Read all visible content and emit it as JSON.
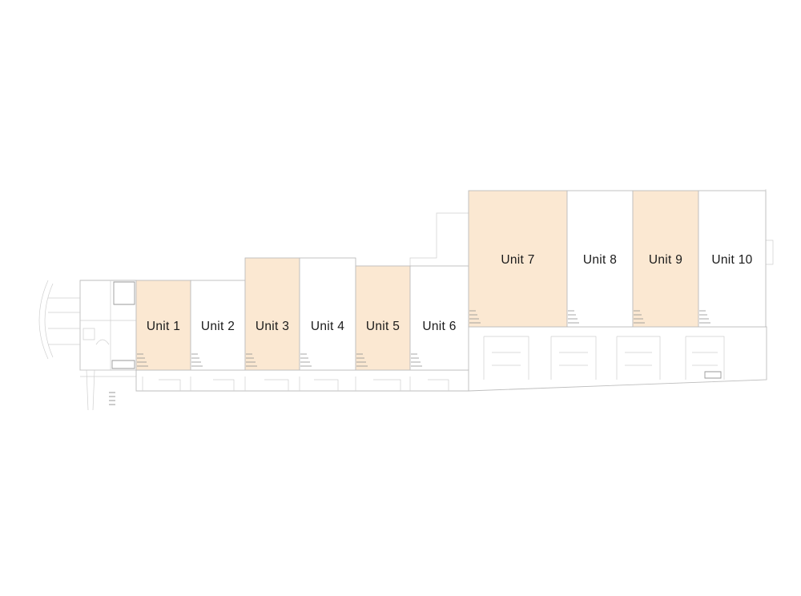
{
  "units": [
    {
      "id": "unit-1",
      "label": "Unit 1",
      "highlighted": true
    },
    {
      "id": "unit-2",
      "label": "Unit 2",
      "highlighted": false
    },
    {
      "id": "unit-3",
      "label": "Unit 3",
      "highlighted": true
    },
    {
      "id": "unit-4",
      "label": "Unit 4",
      "highlighted": false
    },
    {
      "id": "unit-5",
      "label": "Unit 5",
      "highlighted": true
    },
    {
      "id": "unit-6",
      "label": "Unit 6",
      "highlighted": false
    },
    {
      "id": "unit-7",
      "label": "Unit 7",
      "highlighted": true
    },
    {
      "id": "unit-8",
      "label": "Unit 8",
      "highlighted": false
    },
    {
      "id": "unit-9",
      "label": "Unit 9",
      "highlighted": true
    },
    {
      "id": "unit-10",
      "label": "Unit 10",
      "highlighted": false
    }
  ],
  "colors": {
    "highlight_fill": "#fbe8d2",
    "plain_fill": "#ffffff",
    "line": "#bdbdbd"
  }
}
